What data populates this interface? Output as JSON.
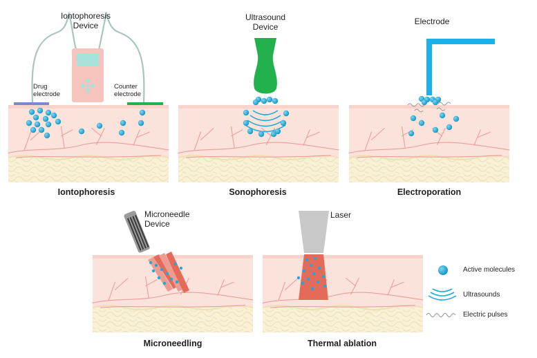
{
  "panels": {
    "iontophoresis": {
      "caption": "Iontophoresis",
      "device_line1": "Iontophoresis",
      "device_line2": "Device",
      "drug_electrode_line1": "Drug",
      "drug_electrode_line2": "electrode",
      "counter_electrode_line1": "Counter",
      "counter_electrode_line2": "electrode"
    },
    "sonophoresis": {
      "caption": "Sonophoresis",
      "device_line1": "Ultrasound",
      "device_line2": "Device"
    },
    "electroporation": {
      "caption": "Electroporation",
      "electrode_label": "Electrode"
    },
    "microneedling": {
      "caption": "Microneedling",
      "device_line1": "Microneedle",
      "device_line2": "Device"
    },
    "thermal_ablation": {
      "caption": "Thermal ablation",
      "laser_label": "Laser"
    }
  },
  "legend": {
    "active_molecules": "Active molecules",
    "ultrasounds": "Ultrasounds",
    "electric_pulses": "Electric pulses"
  },
  "colors": {
    "skin_top": "#fbe3dc",
    "skin_fat": "#f8f1d6",
    "vessels": "#ea9e9a",
    "molecule": "#1fa9d6",
    "ionto_device": "#f6c3bd",
    "ionto_screen": "#a6e3dc",
    "cable": "#a9c5c0",
    "drug_electrode": "#7a89c7",
    "counter_electrode": "#22b14c",
    "ultrasound_device": "#22b14c",
    "electrode": "#1ab0e8",
    "laser_device": "#c8c8c8",
    "ablation_zone": "#e46a5a",
    "microneedle_body": "#9a9a9a"
  }
}
